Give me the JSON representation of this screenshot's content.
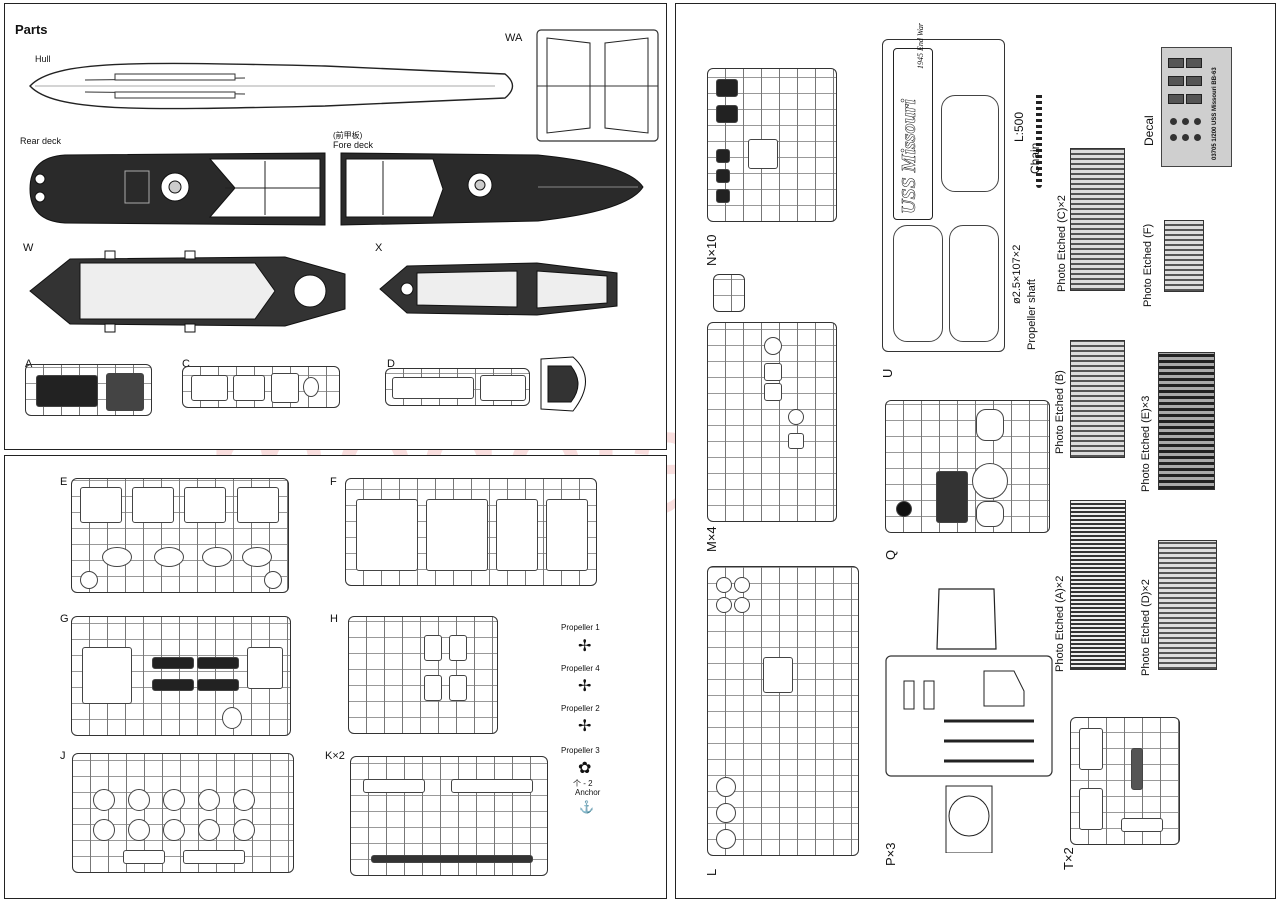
{
  "parts_panel": {
    "title": "Parts",
    "hull": "Hull",
    "wa": "WA",
    "rear_deck": "Rear deck",
    "fore_deck_cn": "(前甲板)",
    "fore_deck": "Fore deck",
    "w": "W",
    "x": "X",
    "a": "A",
    "c": "C",
    "d": "D"
  },
  "sprues_left": {
    "e": "E",
    "f": "F",
    "g": "G",
    "h": "H",
    "j": "J",
    "k": "K×2"
  },
  "propellers": {
    "p1": "Propeller 1",
    "p4": "Propeller 4",
    "p2": "Propeller 2",
    "p3": "Propeller 3",
    "anchor_count": "个 - 2",
    "anchor": "Anchor"
  },
  "sprues_right": {
    "n": "N×10",
    "m": "M×4",
    "l": "L",
    "u": "U",
    "q": "Q",
    "p": "P×3",
    "t": "T×2",
    "u_name_small": "1945 End War",
    "u_name": "USS Missouri"
  },
  "misc": {
    "chain_len": "L:500",
    "chain": "Chain",
    "shaft_dim": "ø2.5×107×2",
    "shaft": "Propeller shaft"
  },
  "photo_etched": {
    "c": "Photo Etched (C)×2",
    "f": "Photo Etched (F)",
    "b": "Photo Etched (B)",
    "e": "Photo Etched (E)×3",
    "a": "Photo Etched (A)×2",
    "d": "Photo Etched (D)×2"
  },
  "decal": {
    "title": "Decal",
    "caption": "03705 1/200 USS Missouri BB-63"
  },
  "watermark": "modelarilt.cz"
}
